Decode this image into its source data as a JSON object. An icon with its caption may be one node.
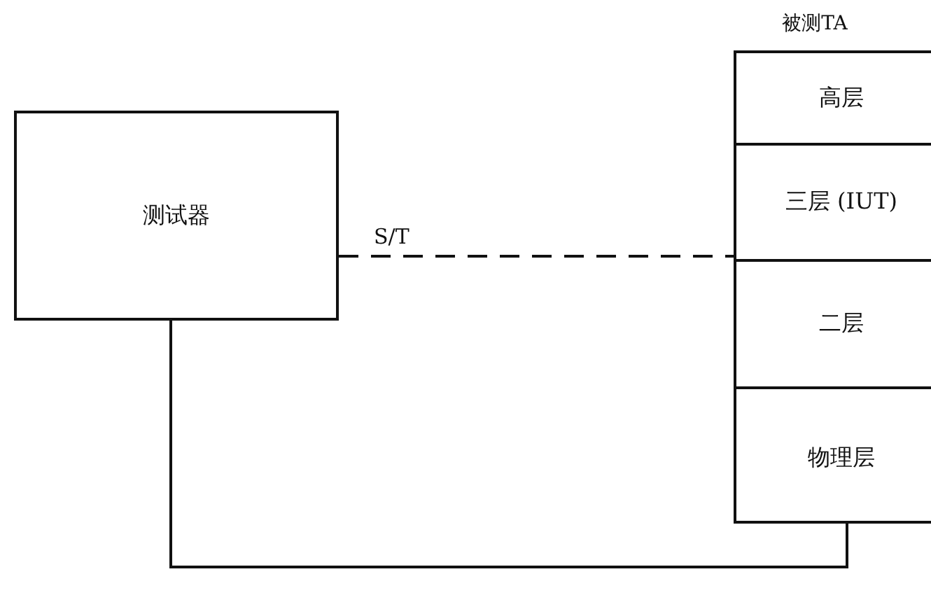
{
  "diagram": {
    "nodes": [
      {
        "text": [
          "测试器"
        ]
      },
      {
        "text": [
          "被测TA"
        ]
      },
      {
        "text": [
          "高层"
        ],
        "in": 1
      },
      {
        "text": [
          "三层 (IUT)"
        ],
        "in": 1
      },
      {
        "text": [
          "二层"
        ],
        "in": 1
      },
      {
        "text": [
          "物理层"
        ],
        "in": 1
      }
    ],
    "edges": [
      {
        "from": 0,
        "to": 1,
        "arrow": "none",
        "label": "S/T",
        "style": "dashed"
      },
      {
        "from": 0,
        "to": 5,
        "arrow": "none"
      }
    ]
  }
}
